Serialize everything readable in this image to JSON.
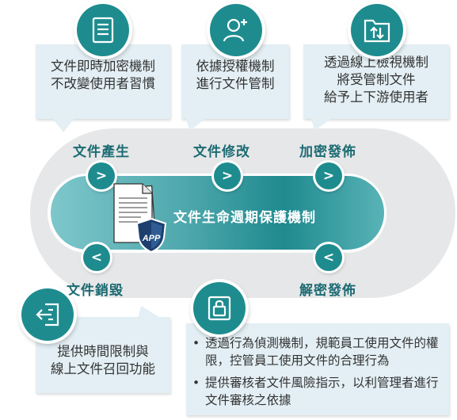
{
  "stages": {
    "create": "文件產生",
    "modify": "文件修改",
    "publish": "加密發佈",
    "decrypt": "解密發佈",
    "destroy": "文件銷毀"
  },
  "center": {
    "title": "文件生命週期保護機制",
    "badge": "APP"
  },
  "cards": {
    "encrypt": [
      "文件即時加密機制",
      "不改變使用者習慣"
    ],
    "authorize": [
      "依據授權機制",
      "進行文件管制"
    ],
    "view": [
      "透過線上檢視機制",
      "將受管制文件",
      "給予上下游使用者"
    ],
    "limit": [
      "提供時間限制與",
      "線上文件召回功能"
    ],
    "detect": [
      "透過行為偵測機制，規範員工使用文件的權限，控管員工使用文件的合理行為",
      "提供審核者文件風險指示，以利管理者進行文件審核之依據"
    ]
  },
  "arrows": {
    "forward": ">",
    "back": "<"
  },
  "icons": [
    "document-icon",
    "user-add-icon",
    "folder-sync-icon",
    "logout-icon",
    "lock-icon",
    "shield-icon"
  ]
}
